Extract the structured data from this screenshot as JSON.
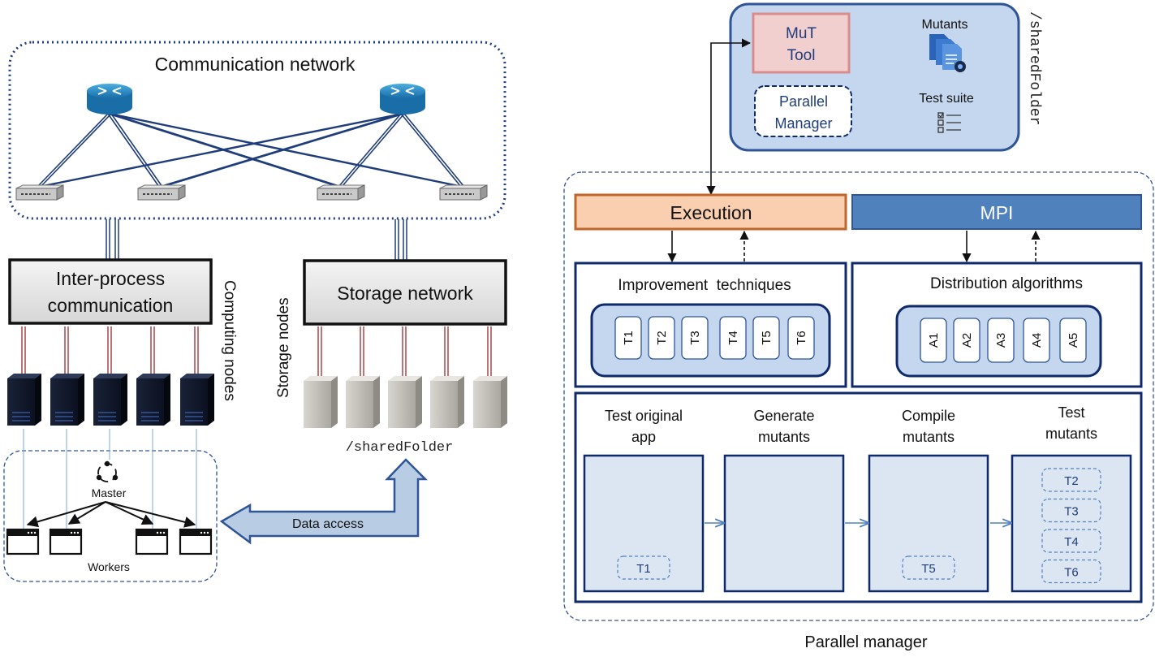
{
  "left": {
    "communication_network": "Communication network",
    "inter_process": [
      "Inter-process",
      "communication"
    ],
    "storage_network": "Storage network",
    "computing_nodes": "Computing nodes",
    "storage_nodes": "Storage nodes",
    "shared_folder": "/sharedFolder",
    "master": "Master",
    "workers": "Workers",
    "data_access": "Data access"
  },
  "right": {
    "shared_folder": "/sharedFolder",
    "mut_tool": [
      "MuT",
      "Tool"
    ],
    "parallel_manager_box": [
      "Parallel",
      "Manager"
    ],
    "mutants": "Mutants",
    "test_suite": "Test suite",
    "execution": "Execution",
    "mpi": "MPI",
    "improvement_title": "Improvement  techniques",
    "techniques": [
      "T1",
      "T2",
      "T3",
      "T4",
      "T5",
      "T6"
    ],
    "distribution_title": "Distribution algorithms",
    "algorithms": [
      "A1",
      "A2",
      "A3",
      "A4",
      "A5"
    ],
    "stages": [
      {
        "title": [
          "Test original",
          "app"
        ],
        "tags": [
          "T1"
        ]
      },
      {
        "title": [
          "Generate",
          "mutants"
        ],
        "tags": []
      },
      {
        "title": [
          "Compile",
          "mutants"
        ],
        "tags": [
          "T5"
        ]
      },
      {
        "title": [
          "Test",
          "mutants"
        ],
        "tags": [
          "T2",
          "T3",
          "T4",
          "T6"
        ]
      }
    ],
    "caption": "Parallel manager"
  },
  "colors": {
    "dark_navy": "#0f2a6b",
    "light_blue_fill": "#c5d7ee",
    "pale_blue_fill": "#dce6f2",
    "execution_fill": "#f9cfaf",
    "execution_border": "#c0662a",
    "mpi_fill": "#4f81bd",
    "mut_fill": "#f2cfcf",
    "mut_border": "#d98c8c",
    "router_blue": "#2b8ccc"
  }
}
